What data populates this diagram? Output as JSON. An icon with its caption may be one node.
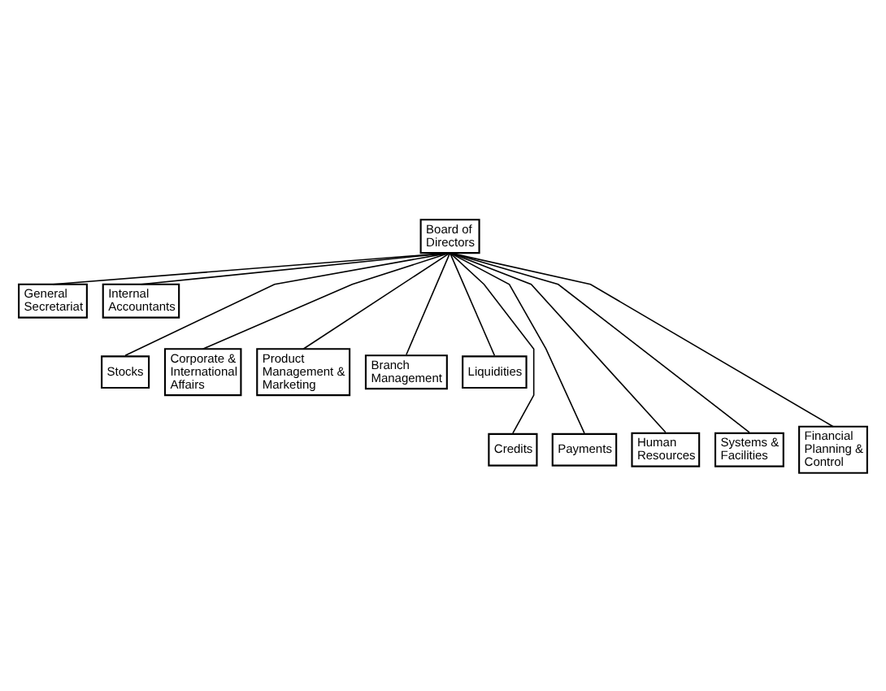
{
  "diagram": {
    "nodes": [
      {
        "text": [
          "Board of Directors"
        ]
      },
      {
        "text": [
          "General Secretariat"
        ]
      },
      {
        "text": [
          "Internal Accountants"
        ]
      },
      {
        "text": [
          "Stocks"
        ]
      },
      {
        "text": [
          "Corporate & International Affairs"
        ]
      },
      {
        "text": [
          "Product Management & Marketing"
        ]
      },
      {
        "text": [
          "Branch Management"
        ]
      },
      {
        "text": [
          "Liquidities"
        ]
      },
      {
        "text": [
          "Credits"
        ]
      },
      {
        "text": [
          "Payments"
        ]
      },
      {
        "text": [
          "Human Resources"
        ]
      },
      {
        "text": [
          "Systems & Facilities"
        ]
      },
      {
        "text": [
          "Financial Planning & Control"
        ]
      }
    ],
    "edges": [
      {
        "from": 0,
        "to": 1,
        "arrow": "none"
      },
      {
        "from": 0,
        "to": 2,
        "arrow": "none"
      },
      {
        "from": 0,
        "to": 3,
        "arrow": "none"
      },
      {
        "from": 0,
        "to": 4,
        "arrow": "none"
      },
      {
        "from": 0,
        "to": 5,
        "arrow": "none"
      },
      {
        "from": 0,
        "to": 6,
        "arrow": "none"
      },
      {
        "from": 0,
        "to": 7,
        "arrow": "none"
      },
      {
        "from": 0,
        "to": 8,
        "arrow": "none"
      },
      {
        "from": 0,
        "to": 9,
        "arrow": "none"
      },
      {
        "from": 0,
        "to": 10,
        "arrow": "none"
      },
      {
        "from": 0,
        "to": 11,
        "arrow": "none"
      },
      {
        "from": 0,
        "to": 12,
        "arrow": "none"
      }
    ]
  }
}
